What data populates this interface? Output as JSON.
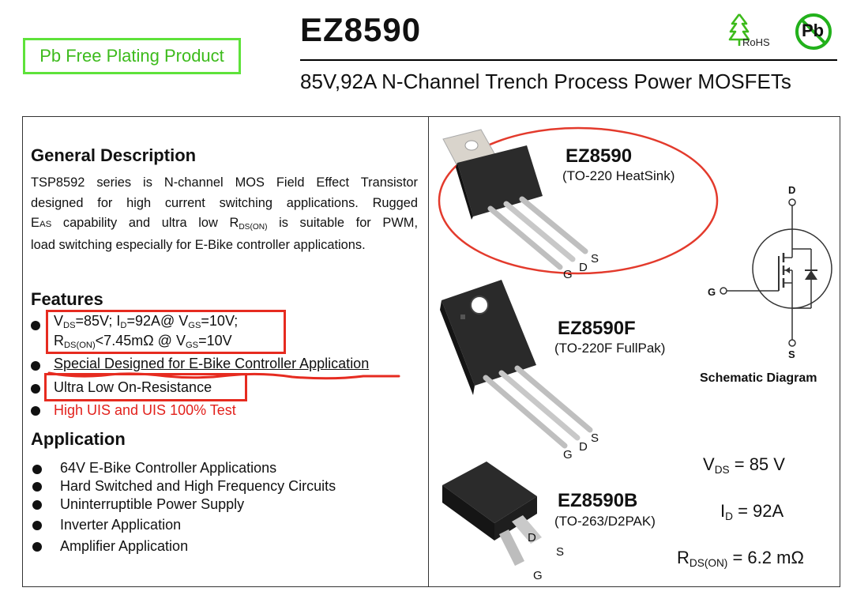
{
  "header": {
    "badge": "Pb Free Plating Product",
    "part_number": "EZ8590",
    "subtitle": "85V,92A N-Channel Trench Process Power MOSFETs",
    "rohs_label": "RoHS",
    "pb_label": "Pb"
  },
  "description": {
    "heading": "General Description",
    "line1": "TSP8592 series is N-channel MOS Field Effect Transistor",
    "line2": "designed for high current switching applications. Rugged",
    "line3_a": "E",
    "line3_sub1": "AS",
    "line3_b": " capability and ultra low R",
    "line3_sub2": "DS(ON)",
    "line3_c": " is suitable for PWM,",
    "line4": "load switching especially for E-Bike controller applications."
  },
  "features": {
    "heading": "Features",
    "f1": {
      "v": "V",
      "ds": "DS",
      "t1": "=85V; I",
      "d": "D",
      "t2": "=92A@ V",
      "gs": "GS",
      "t3": "=10V;"
    },
    "f1b": {
      "r": "R",
      "dson": "DS(ON)",
      "t1": "<7.45mΩ @ V",
      "gs": "GS",
      "t2": "=10V"
    },
    "f2": "Special Designed for E-Bike Controller Application",
    "f3": "Ultra Low On-Resistance",
    "f4": "High UIS and UIS 100% Test"
  },
  "application": {
    "heading": "Application",
    "items": [
      "64V E-Bike Controller Applications",
      "Hard Switched and High Frequency Circuits",
      "Uninterruptible Power Supply",
      "Inverter Application",
      "Amplifier Application"
    ]
  },
  "packages": [
    {
      "name": "EZ8590",
      "package": "(TO-220  HeatSink)"
    },
    {
      "name": "EZ8590F",
      "package": "(TO-220F  FullPak)"
    },
    {
      "name": "EZ8590B",
      "package": "(TO-263/D2PAK)"
    }
  ],
  "pins": {
    "g": "G",
    "d": "D",
    "s": "S"
  },
  "schematic": {
    "title": "Schematic Diagram",
    "d": "D",
    "g": "G",
    "s": "S"
  },
  "specs": {
    "vds": {
      "sym": "V",
      "sub": "DS",
      "val": " = 85 V"
    },
    "id": {
      "sym": "I",
      "sub": "D",
      "val": " = 92A"
    },
    "rds": {
      "sym": "R",
      "sub": "DS(ON)",
      "val": " = 6.2 mΩ"
    }
  },
  "colors": {
    "green": "#5ee23a",
    "red": "#e2211c",
    "text": "#111111"
  }
}
